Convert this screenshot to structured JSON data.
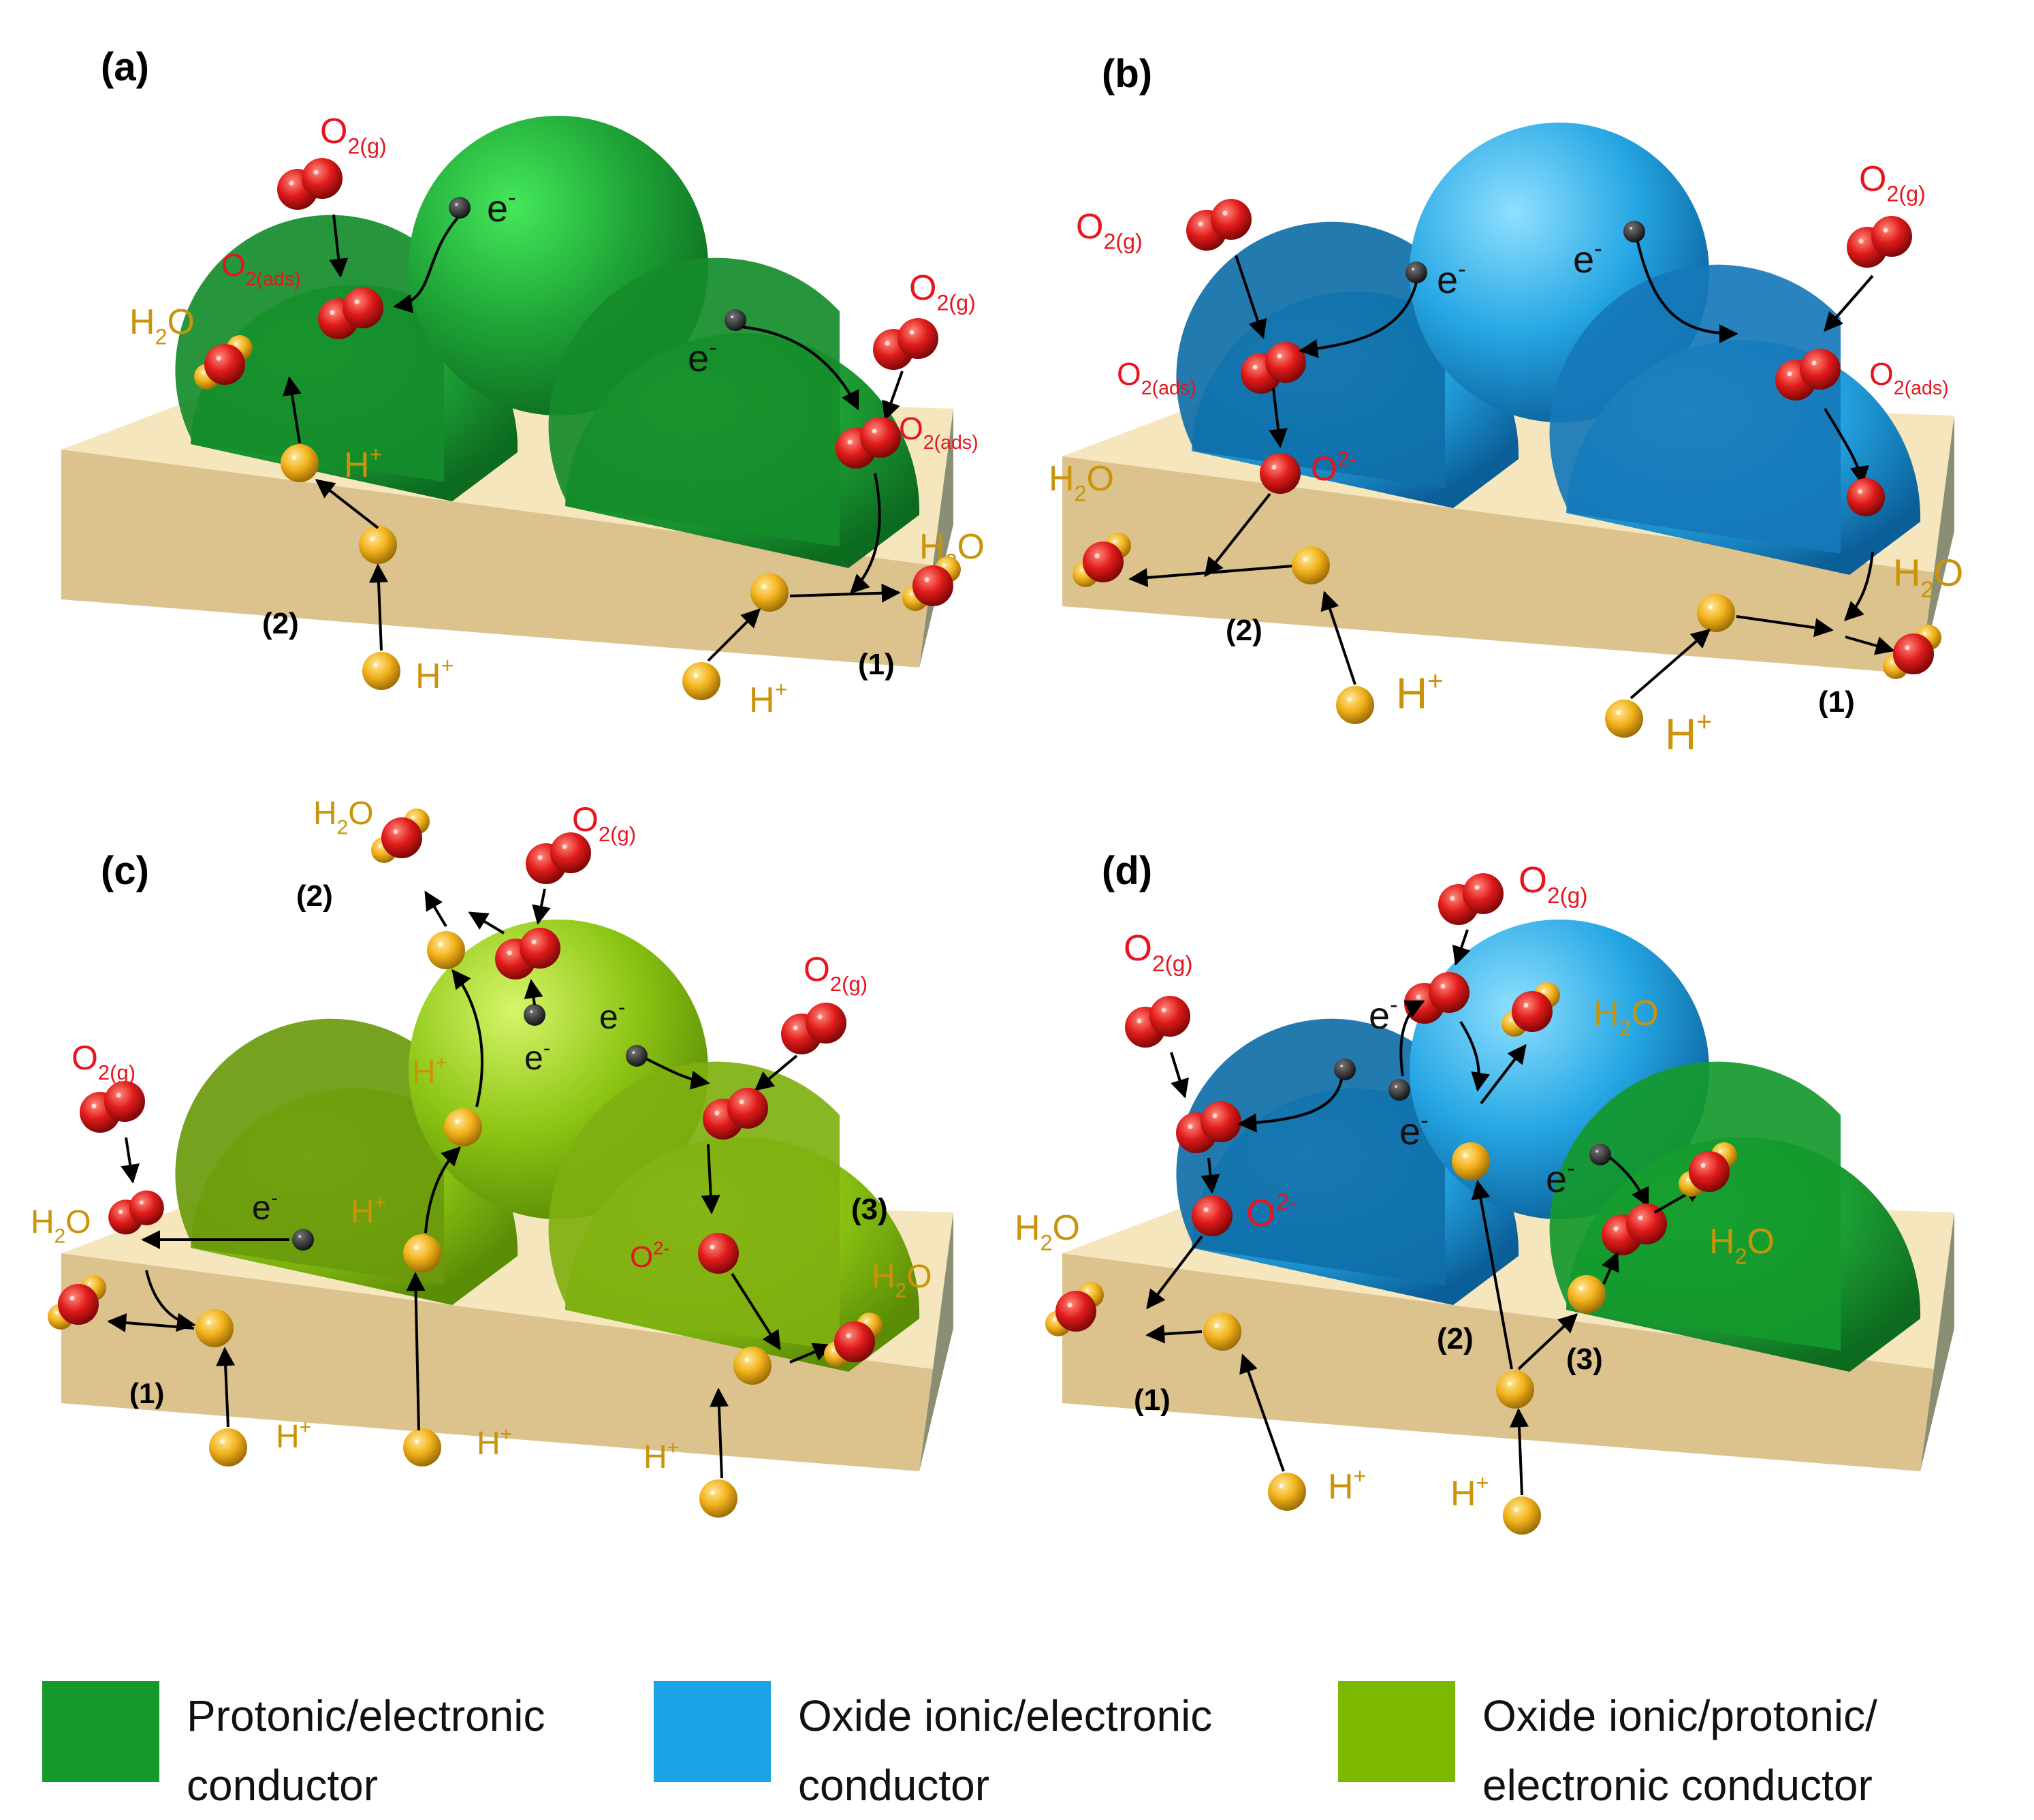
{
  "panels": [
    {
      "letter": "(a)"
    },
    {
      "letter": "(b)"
    },
    {
      "letter": "(c)"
    },
    {
      "letter": "(d)"
    }
  ],
  "species": {
    "o2_gas": "O2(g)",
    "o2_ads": "O2(ads)",
    "water": "H2O",
    "proton": "H+",
    "electron": "e-",
    "oxide": "O2-"
  },
  "pathways": {
    "p1": "(1)",
    "p2": "(2)",
    "p3": "(3)"
  },
  "legend": [
    {
      "label": "Protonic/electronic\nconductor",
      "color": "#14992c"
    },
    {
      "label": "Oxide ionic/electronic\nconductor",
      "color": "#1ba3e6"
    },
    {
      "label": "Oxide ionic/protonic/\nelectronic conductor",
      "color": "#7cb800"
    }
  ],
  "colors": {
    "green": "#1ea336",
    "blue": "#25a6e3",
    "lime": "#8cc513",
    "substrate": "#e3cb98",
    "o2": "#e01b1b",
    "h": "#f2b21c",
    "species_red": "#e8141e",
    "species_gold": "#c9930a"
  }
}
